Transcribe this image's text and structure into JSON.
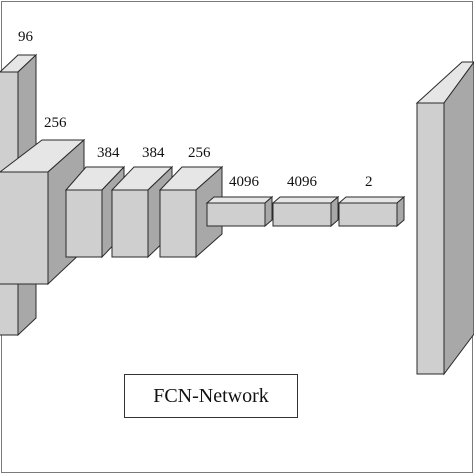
{
  "diagram": {
    "colors": {
      "front": "#cfcfcf",
      "top": "#e6e6e6",
      "side": "#a8a8a8",
      "stroke": "#2a2a2a"
    },
    "layer_labels": [
      "96",
      "256",
      "384",
      "384",
      "256",
      "4096",
      "4096",
      "2"
    ],
    "caption": "FCN-Network"
  }
}
